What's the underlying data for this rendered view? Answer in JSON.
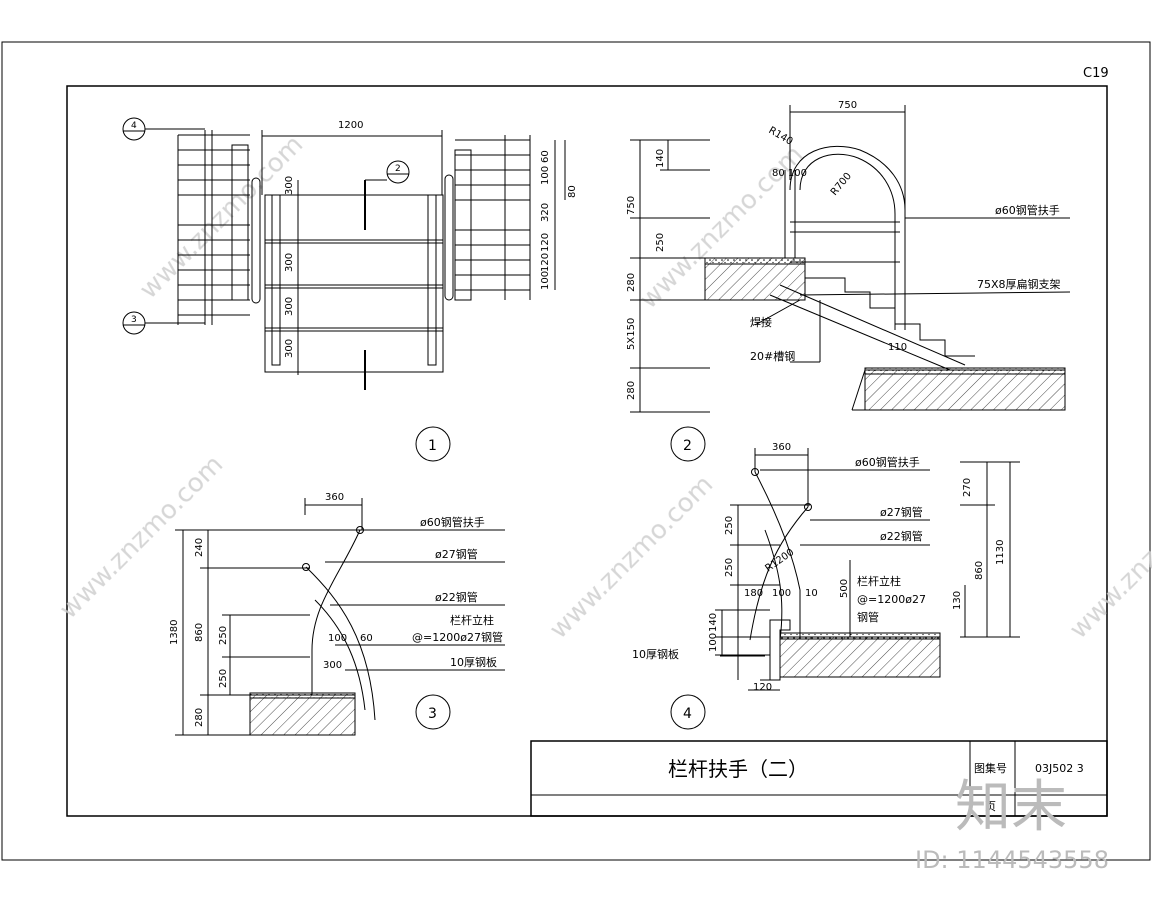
{
  "sheet": {
    "page_code": "C19",
    "title": "栏杆扶手（二）",
    "atlas_label": "图集号",
    "atlas_number": "03J502 3",
    "page_label": "页"
  },
  "watermark": {
    "brand": "知末",
    "site": "www.znzmo.com",
    "id_text": "ID: 1144543558"
  },
  "detail1": {
    "number": "1",
    "callout_top": "4",
    "callout_bottom": "3",
    "callout_mid": "2",
    "dim_width": "1200",
    "dims_left": [
      "300",
      "300",
      "300",
      "300"
    ],
    "dims_right": [
      "60",
      "100",
      "80",
      "320",
      "120",
      "120",
      "100"
    ]
  },
  "detail2": {
    "number": "2",
    "dim_top": "750",
    "radius_small": "R140",
    "radius_large": "R700",
    "dim_80_100": "80 100",
    "dims_left": [
      "140",
      "750",
      "250",
      "280",
      "5X150",
      "280"
    ],
    "dim_110": "110",
    "label_handrail": "ø60钢管扶手",
    "label_bracket": "75X8厚扁钢支架",
    "label_weld": "焊接",
    "label_channel": "20#槽钢"
  },
  "detail3": {
    "number": "3",
    "dim_top": "360",
    "dims_left": [
      "1380",
      "240",
      "860",
      "250",
      "250",
      "280"
    ],
    "dims_inner": [
      "100",
      "60",
      "300"
    ],
    "labels": [
      "ø60钢管扶手",
      "ø27钢管",
      "ø22钢管",
      "栏杆立柱",
      "@=1200ø27钢管",
      "10厚钢板"
    ]
  },
  "detail4": {
    "number": "4",
    "dim_top": "360",
    "radius": "R1200",
    "dims_left": [
      "250",
      "250",
      "140",
      "100"
    ],
    "dims_right": [
      "270",
      "1130",
      "860"
    ],
    "dims_inner": [
      "180",
      "100",
      "10",
      "500",
      "130",
      "120"
    ],
    "labels": [
      "ø60钢管扶手",
      "ø27钢管",
      "ø22钢管",
      "栏杆立柱",
      "@=1200ø27",
      "钢管",
      "10厚钢板"
    ]
  }
}
